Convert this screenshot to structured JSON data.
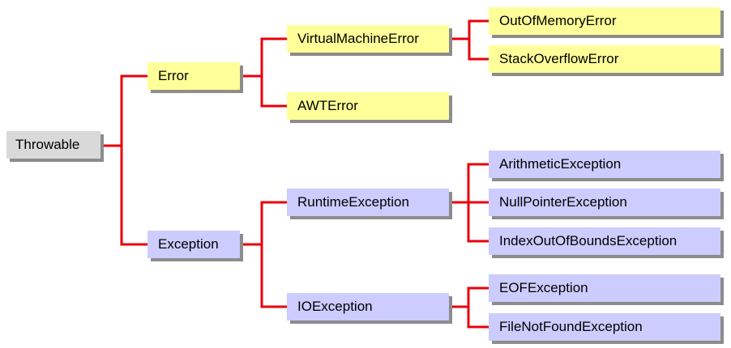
{
  "nodes": {
    "throwable": "Throwable",
    "error": "Error",
    "exception": "Exception",
    "virtual_machine_error": "VirtualMachineError",
    "awt_error": "AWTError",
    "out_of_memory_error": "OutOfMemoryError",
    "stack_overflow_error": "StackOverflowError",
    "runtime_exception": "RuntimeException",
    "io_exception": "IOException",
    "arithmetic_exception": "ArithmeticException",
    "null_pointer_exception": "NullPointerException",
    "index_out_of_bounds_exception": "IndexOutOfBoundsException",
    "eof_exception": "EOFException",
    "file_not_found_exception": "FileNotFoundException"
  },
  "colors": {
    "root_fill": "#d9d9d9",
    "error_fill": "#ffff99",
    "exception_fill": "#ccccff",
    "connector": "#e8000b",
    "shadow": "#8c8c8c"
  }
}
